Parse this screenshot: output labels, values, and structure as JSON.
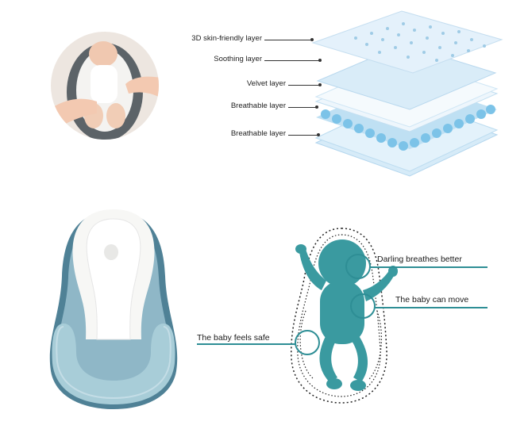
{
  "layers": {
    "labels": [
      "3D skin-friendly layer",
      "Soothing layer",
      "Velvet layer",
      "Breathable layer",
      "Breathable layer"
    ]
  },
  "callouts": {
    "breathes": "Darling breathes better",
    "move": "The baby can move",
    "safe": "The baby feels safe"
  },
  "colors": {
    "teal": "#3a9aa0",
    "teal_line": "#2e8e95",
    "layer_blue": "#cfe6f5",
    "bead_blue": "#7cc3e8",
    "pillow_blue": "#a8cdd8",
    "pillow_dark": "#4f8196"
  }
}
